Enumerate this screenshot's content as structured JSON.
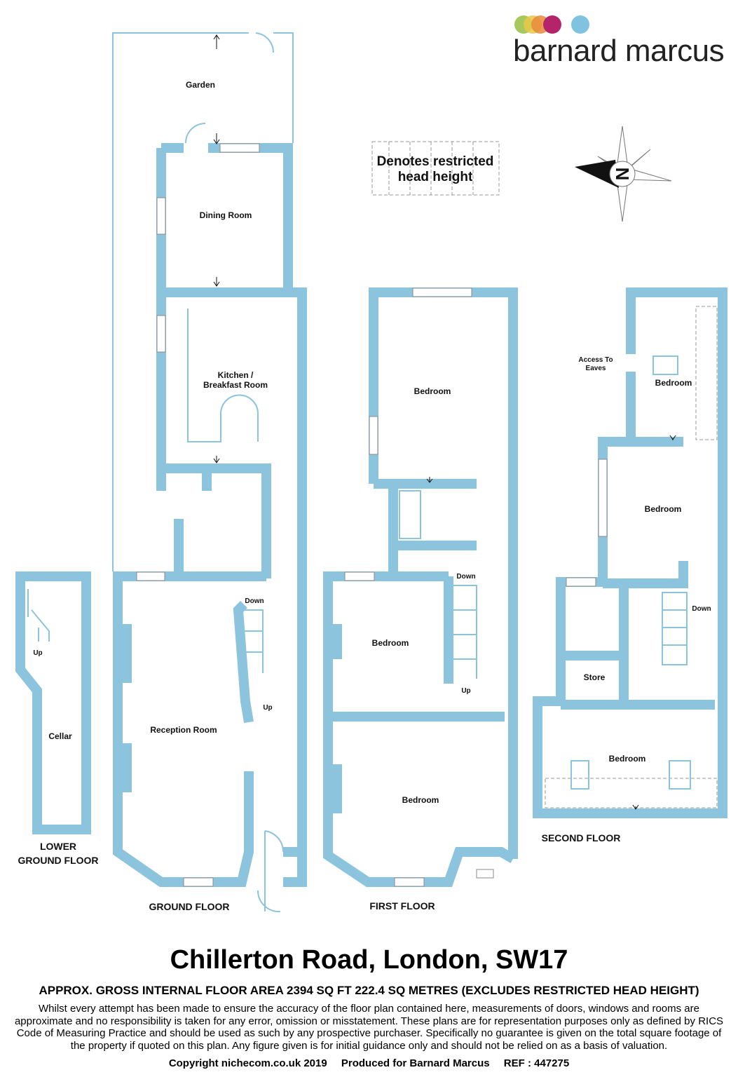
{
  "brand": {
    "name": "barnard marcus",
    "dot_colors": [
      "#9cc24a",
      "#e8c94a",
      "#e88a3a",
      "#b5246a",
      "#7fc3e0"
    ]
  },
  "wall_color": "#8cc4de",
  "legend": {
    "restricted": "Denotes restricted head height"
  },
  "floors": {
    "lower_ground": {
      "label_line1": "LOWER",
      "label_line2": "GROUND FLOOR",
      "rooms": {
        "cellar": "Cellar"
      },
      "stairs_up": "Up"
    },
    "ground": {
      "label": "GROUND FLOOR",
      "rooms": {
        "garden": "Garden",
        "dining": "Dining Room",
        "kitchen_line1": "Kitchen /",
        "kitchen_line2": "Breakfast Room",
        "reception": "Reception Room"
      },
      "stairs_down": "Down",
      "stairs_up": "Up"
    },
    "first": {
      "label": "FIRST FLOOR",
      "rooms": {
        "bedroom_rear": "Bedroom",
        "bedroom_middle": "Bedroom",
        "bedroom_front": "Bedroom"
      },
      "stairs_down": "Down",
      "stairs_up": "Up"
    },
    "second": {
      "label": "SECOND FLOOR",
      "rooms": {
        "bedroom_top": "Bedroom",
        "bedroom_mid": "Bedroom",
        "store": "Store",
        "bedroom_front": "Bedroom"
      },
      "eaves_line1": "Access To",
      "eaves_line2": "Eaves",
      "stairs_down": "Down"
    }
  },
  "compass": {
    "label": "N"
  },
  "footer": {
    "title": "Chillerton Road, London, SW17",
    "area": "APPROX. GROSS INTERNAL FLOOR AREA 2394 SQ FT 222.4 SQ METRES (EXCLUDES RESTRICTED HEAD HEIGHT)",
    "disclaimer": "Whilst every attempt has been made to ensure the accuracy of the floor plan contained here, measurements of doors, windows and rooms are approximate and no responsibility is taken for any error, omission or misstatement. These plans are for representation purposes only as defined by RICS Code of Measuring Practice and should be used as such by any prospective purchaser.  Specifically no guarantee is given on the total square footage of the property if quoted on this plan. Any figure given is for initial guidance only and should not be relied on as a basis of valuation.",
    "copyright": "Copyright nichecom.co.uk 2019",
    "produced": "Produced for Barnard Marcus",
    "ref": "REF : 447275"
  }
}
